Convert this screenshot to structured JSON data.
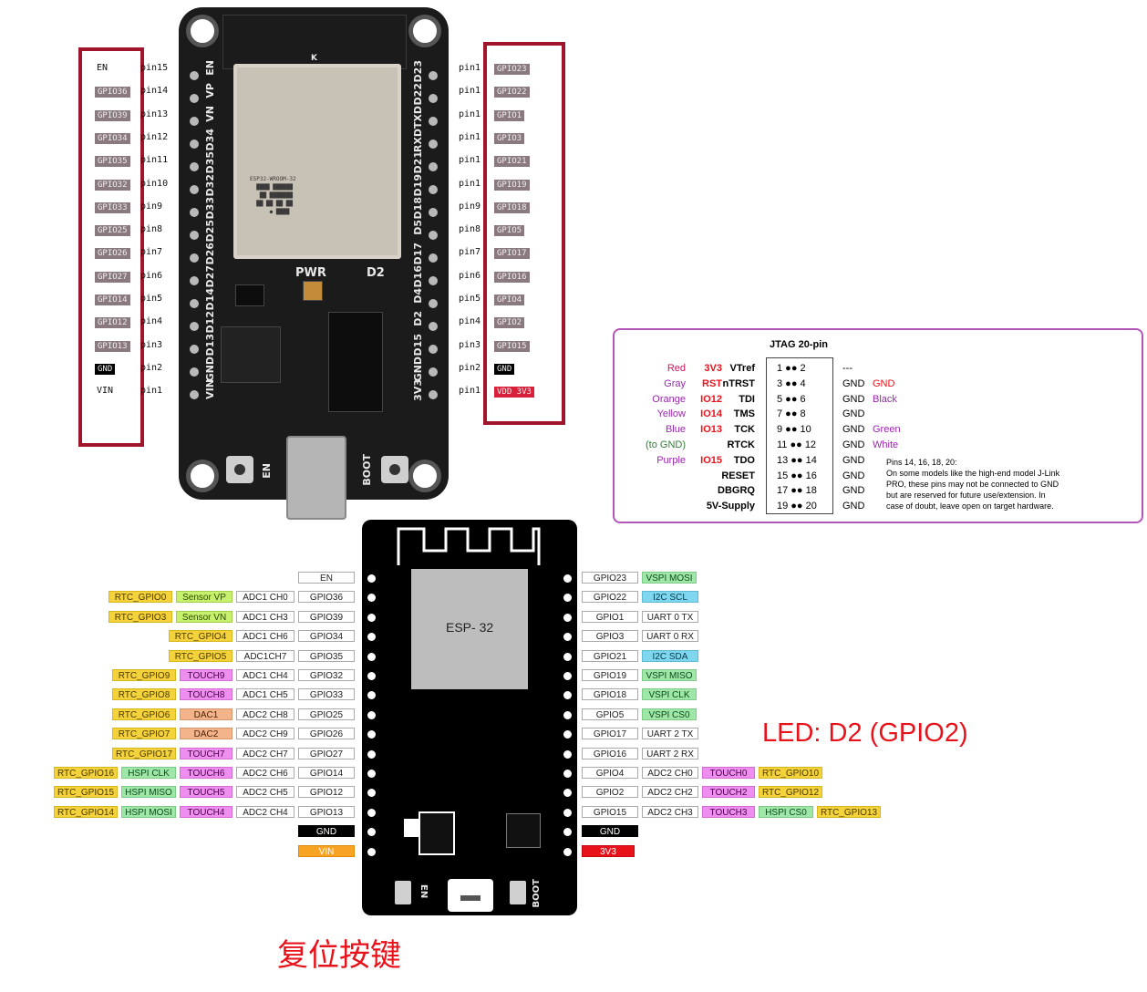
{
  "top_board": {
    "left_vertical_labels": [
      "EN",
      "VP",
      "VN",
      "D34",
      "D35",
      "D32",
      "D33",
      "D25",
      "D26",
      "D27",
      "D14",
      "D12",
      "D13",
      "GND",
      "VIN"
    ],
    "right_vertical_labels": [
      "D23",
      "D22",
      "TXD",
      "RXD",
      "D21",
      "D19",
      "D18",
      "D5",
      "D17",
      "D16",
      "D4",
      "D2",
      "D15",
      "GND",
      "3V3"
    ],
    "pwr_label": "PWR",
    "d2_label": "D2",
    "en_button_label": "EN",
    "boot_button_label": "BOOT",
    "module_mark": "K",
    "left_pins": [
      {
        "gpio": "EN",
        "pin": "pin15"
      },
      {
        "gpio": "GPIO36",
        "pin": "pin14"
      },
      {
        "gpio": "GPIO39",
        "pin": "pin13"
      },
      {
        "gpio": "GPIO34",
        "pin": "pin12"
      },
      {
        "gpio": "GPIO35",
        "pin": "pin11"
      },
      {
        "gpio": "GPIO32",
        "pin": "pin10"
      },
      {
        "gpio": "GPIO33",
        "pin": "pin9"
      },
      {
        "gpio": "GPIO25",
        "pin": "pin8"
      },
      {
        "gpio": "GPIO26",
        "pin": "pin7"
      },
      {
        "gpio": "GPIO27",
        "pin": "pin6"
      },
      {
        "gpio": "GPIO14",
        "pin": "pin5"
      },
      {
        "gpio": "GPIO12",
        "pin": "pin4"
      },
      {
        "gpio": "GPIO13",
        "pin": "pin3"
      },
      {
        "gpio": "GND",
        "pin": "pin2"
      },
      {
        "gpio": "VIN",
        "pin": "pin1"
      }
    ],
    "right_pins": [
      {
        "gpio": "GPIO23",
        "pin": "pin1"
      },
      {
        "gpio": "GPIO22",
        "pin": "pin1"
      },
      {
        "gpio": "GPIO1",
        "pin": "pin1"
      },
      {
        "gpio": "GPIO3",
        "pin": "pin1"
      },
      {
        "gpio": "GPIO21",
        "pin": "pin1"
      },
      {
        "gpio": "GPIO19",
        "pin": "pin1"
      },
      {
        "gpio": "GPIO18",
        "pin": "pin9"
      },
      {
        "gpio": "GPIO5",
        "pin": "pin8"
      },
      {
        "gpio": "GPIO17",
        "pin": "pin7"
      },
      {
        "gpio": "GPIO16",
        "pin": "pin6"
      },
      {
        "gpio": "GPIO4",
        "pin": "pin5"
      },
      {
        "gpio": "GPIO2",
        "pin": "pin4"
      },
      {
        "gpio": "GPIO15",
        "pin": "pin3"
      },
      {
        "gpio": "GND",
        "pin": "pin2"
      },
      {
        "gpio": "VDD 3V3",
        "pin": "pin1"
      }
    ]
  },
  "jtag": {
    "title": "JTAG 20-pin",
    "rows": [
      {
        "color": "Red",
        "sig": "3V3",
        "name": "VTref",
        "pins": "1 ●● 2",
        "right": "---",
        "rcolor": ""
      },
      {
        "color": "Gray",
        "sig": "RST",
        "name": "nTRST",
        "pins": "3 ●● 4",
        "right": "GND",
        "rcolor": "GND"
      },
      {
        "color": "Orange",
        "sig": "IO12",
        "name": "TDI",
        "pins": "5 ●● 6",
        "right": "GND",
        "rcolor": "Black"
      },
      {
        "color": "Yellow",
        "sig": "IO14",
        "name": "TMS",
        "pins": "7 ●● 8",
        "right": "GND",
        "rcolor": ""
      },
      {
        "color": "Blue",
        "sig": "IO13",
        "name": "TCK",
        "pins": "9 ●● 10",
        "right": "GND",
        "rcolor": "Green"
      },
      {
        "color": "(to GND)",
        "sig": "",
        "name": "RTCK",
        "pins": "11 ●● 12",
        "right": "GND",
        "rcolor": "White"
      },
      {
        "color": "Purple",
        "sig": "IO15",
        "name": "TDO",
        "pins": "13 ●● 14",
        "right": "GND",
        "rcolor": ""
      },
      {
        "color": "",
        "sig": "",
        "name": "RESET",
        "pins": "15 ●● 16",
        "right": "GND",
        "rcolor": ""
      },
      {
        "color": "",
        "sig": "",
        "name": "DBGRQ",
        "pins": "17 ●● 18",
        "right": "GND",
        "rcolor": ""
      },
      {
        "color": "",
        "sig": "",
        "name": "5V-Supply",
        "pins": "19 ●● 20",
        "right": "GND",
        "rcolor": ""
      }
    ],
    "note": [
      "Pins 14, 16, 18, 20:",
      "On some models like the high-end model J-Link",
      "PRO,  these pins may not be connected to GND",
      "but are reserved for future use/extension. In",
      "case of doubt, leave open on target hardware."
    ]
  },
  "bottom_board": {
    "module_label": "ESP- 32",
    "en_label": "EN",
    "boot_label": "BOOT",
    "left_rows": [
      [
        {
          "t": "EN",
          "c": "white"
        }
      ],
      [
        {
          "t": "RTC_GPIO0",
          "c": "yellow"
        },
        {
          "t": "Sensor VP",
          "c": "lime"
        },
        {
          "t": "ADC1 CH0",
          "c": "white"
        },
        {
          "t": "GPIO36",
          "c": "white"
        }
      ],
      [
        {
          "t": "RTC_GPIO3",
          "c": "yellow"
        },
        {
          "t": "Sensor VN",
          "c": "lime"
        },
        {
          "t": "ADC1 CH3",
          "c": "white"
        },
        {
          "t": "GPIO39",
          "c": "white"
        }
      ],
      [
        {
          "t": "RTC_GPIO4",
          "c": "yellow"
        },
        {
          "t": "ADC1 CH6",
          "c": "white"
        },
        {
          "t": "GPIO34",
          "c": "white"
        }
      ],
      [
        {
          "t": "RTC_GPIO5",
          "c": "yellow"
        },
        {
          "t": "ADC1CH7",
          "c": "white"
        },
        {
          "t": "GPIO35",
          "c": "white"
        }
      ],
      [
        {
          "t": "RTC_GPIO9",
          "c": "yellow"
        },
        {
          "t": "TOUCH9",
          "c": "pink"
        },
        {
          "t": "ADC1 CH4",
          "c": "white"
        },
        {
          "t": "GPIO32",
          "c": "white"
        }
      ],
      [
        {
          "t": "RTC_GPIO8",
          "c": "yellow"
        },
        {
          "t": "TOUCH8",
          "c": "pink"
        },
        {
          "t": "ADC1 CH5",
          "c": "white"
        },
        {
          "t": "GPIO33",
          "c": "white"
        }
      ],
      [
        {
          "t": "RTC_GPIO6",
          "c": "yellow"
        },
        {
          "t": "DAC1",
          "c": "peach"
        },
        {
          "t": "ADC2 CH8",
          "c": "white"
        },
        {
          "t": "GPIO25",
          "c": "white"
        }
      ],
      [
        {
          "t": "RTC_GPIO7",
          "c": "yellow"
        },
        {
          "t": "DAC2",
          "c": "peach"
        },
        {
          "t": "ADC2 CH9",
          "c": "white"
        },
        {
          "t": "GPIO26",
          "c": "white"
        }
      ],
      [
        {
          "t": "RTC_GPIO17",
          "c": "yellow"
        },
        {
          "t": "TOUCH7",
          "c": "pink"
        },
        {
          "t": "ADC2 CH7",
          "c": "white"
        },
        {
          "t": "GPIO27",
          "c": "white"
        }
      ],
      [
        {
          "t": "RTC_GPIO16",
          "c": "yellow"
        },
        {
          "t": "HSPI CLK",
          "c": "green"
        },
        {
          "t": "TOUCH6",
          "c": "pink"
        },
        {
          "t": "ADC2 CH6",
          "c": "white"
        },
        {
          "t": "GPIO14",
          "c": "white"
        }
      ],
      [
        {
          "t": "RTC_GPIO15",
          "c": "yellow"
        },
        {
          "t": "HSPI MISO",
          "c": "green"
        },
        {
          "t": "TOUCH5",
          "c": "pink"
        },
        {
          "t": "ADC2 CH5",
          "c": "white"
        },
        {
          "t": "GPIO12",
          "c": "white"
        }
      ],
      [
        {
          "t": "RTC_GPIO14",
          "c": "yellow"
        },
        {
          "t": "HSPI MOSI",
          "c": "green"
        },
        {
          "t": "TOUCH4",
          "c": "pink"
        },
        {
          "t": "ADC2 CH4",
          "c": "white"
        },
        {
          "t": "GPIO13",
          "c": "white"
        }
      ],
      [
        {
          "t": "GND",
          "c": "black"
        }
      ],
      [
        {
          "t": "VIN",
          "c": "orange"
        }
      ]
    ],
    "right_rows": [
      [
        {
          "t": "GPIO23",
          "c": "white"
        },
        {
          "t": "VSPI MOSI",
          "c": "green"
        }
      ],
      [
        {
          "t": "GPIO22",
          "c": "white"
        },
        {
          "t": "I2C SCL",
          "c": "blue"
        }
      ],
      [
        {
          "t": "GPIO1",
          "c": "white"
        },
        {
          "t": "UART 0 TX",
          "c": "white"
        }
      ],
      [
        {
          "t": "GPIO3",
          "c": "white"
        },
        {
          "t": "UART 0 RX",
          "c": "white"
        }
      ],
      [
        {
          "t": "GPIO21",
          "c": "white"
        },
        {
          "t": "I2C SDA",
          "c": "blue"
        }
      ],
      [
        {
          "t": "GPIO19",
          "c": "white"
        },
        {
          "t": "VSPI MISO",
          "c": "green"
        }
      ],
      [
        {
          "t": "GPIO18",
          "c": "white"
        },
        {
          "t": "VSPI CLK",
          "c": "green"
        }
      ],
      [
        {
          "t": "GPIO5",
          "c": "white"
        },
        {
          "t": "VSPI CS0",
          "c": "green"
        }
      ],
      [
        {
          "t": "GPIO17",
          "c": "white"
        },
        {
          "t": "UART 2 TX",
          "c": "white"
        }
      ],
      [
        {
          "t": "GPIO16",
          "c": "white"
        },
        {
          "t": "UART 2 RX",
          "c": "white"
        }
      ],
      [
        {
          "t": "GPIO4",
          "c": "white"
        },
        {
          "t": "ADC2 CH0",
          "c": "white"
        },
        {
          "t": "TOUCH0",
          "c": "pink"
        },
        {
          "t": "RTC_GPIO10",
          "c": "yellow"
        }
      ],
      [
        {
          "t": "GPIO2",
          "c": "white"
        },
        {
          "t": "ADC2 CH2",
          "c": "white"
        },
        {
          "t": "TOUCH2",
          "c": "pink"
        },
        {
          "t": "RTC_GPIO12",
          "c": "yellow"
        }
      ],
      [
        {
          "t": "GPIO15",
          "c": "white"
        },
        {
          "t": "ADC2 CH3",
          "c": "white"
        },
        {
          "t": "TOUCH3",
          "c": "pink"
        },
        {
          "t": "HSPI CS0",
          "c": "green"
        },
        {
          "t": "RTC_GPIO13",
          "c": "yellow"
        }
      ],
      [
        {
          "t": "GND",
          "c": "black"
        }
      ],
      [
        {
          "t": "3V3",
          "c": "red"
        }
      ]
    ]
  },
  "captions": {
    "led": "LED: D2 (GPIO2)",
    "reset": "复位按键"
  },
  "colors": {
    "frame_red": "#a0152c",
    "jtag_border": "#b455b8",
    "caption_red": "#e8121b"
  }
}
